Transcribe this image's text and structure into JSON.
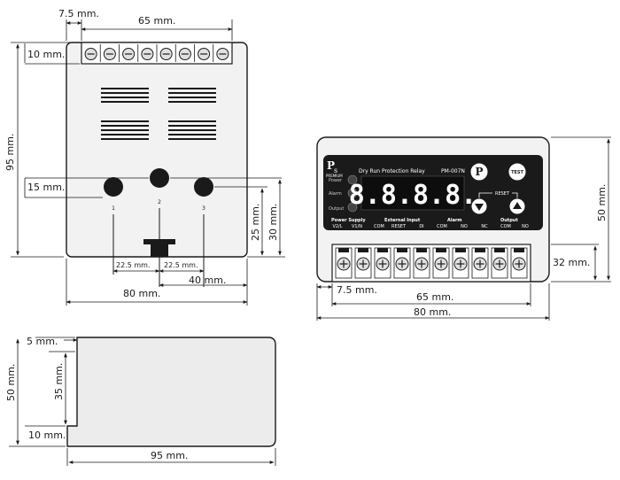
{
  "top_view": {
    "dim_offset": "7.5 mm.",
    "dim_width_terminal": "65 mm.",
    "dim_terminal_height": "10 mm.",
    "dim_height": "95 mm.",
    "dim_hole_height": "15 mm.",
    "hole_labels": [
      "1",
      "2",
      "3"
    ],
    "dim_gap_a": "22.5 mm.",
    "dim_gap_b": "22.5 mm.",
    "dim_40": "40 mm.",
    "dim_25": "25 mm.",
    "dim_30": "30 mm.",
    "dim_width": "80 mm.",
    "terminal_count": 8
  },
  "front_view": {
    "logo_sub": "PREMIUM",
    "product_title": "Dry Run Protection Relay",
    "model": "PM-007N",
    "indicators": [
      "Power",
      "Alarm",
      "Output"
    ],
    "display": "8.8.8.8.",
    "button_p": "P",
    "button_test": "TEST",
    "reset_label": "RESET",
    "group_labels": [
      "Power Supply",
      "External Input",
      "Alarm",
      "Output"
    ],
    "terminal_labels": [
      "V2/L",
      "V1/N",
      "COM",
      "RESET",
      "DI",
      "COM",
      "NO",
      "NC",
      "COM",
      "NO"
    ],
    "dim_height": "50 mm.",
    "dim_terminal": "32 mm.",
    "dim_offset": "7.5 mm.",
    "dim_terminal_width": "65 mm.",
    "dim_width": "80 mm.",
    "terminal_count": 10
  },
  "side_view": {
    "dim_top": "5 mm.",
    "dim_height": "50 mm.",
    "dim_inner": "35 mm.",
    "dim_bottom": "10 mm.",
    "dim_length": "95 mm."
  },
  "colors": {
    "body_fill": "#f2f2f2",
    "side_fill": "#ececec",
    "panel_fill": "#1a1a1a",
    "line": "#1a1a1a",
    "terminal_fill": "#e0e0e0"
  }
}
